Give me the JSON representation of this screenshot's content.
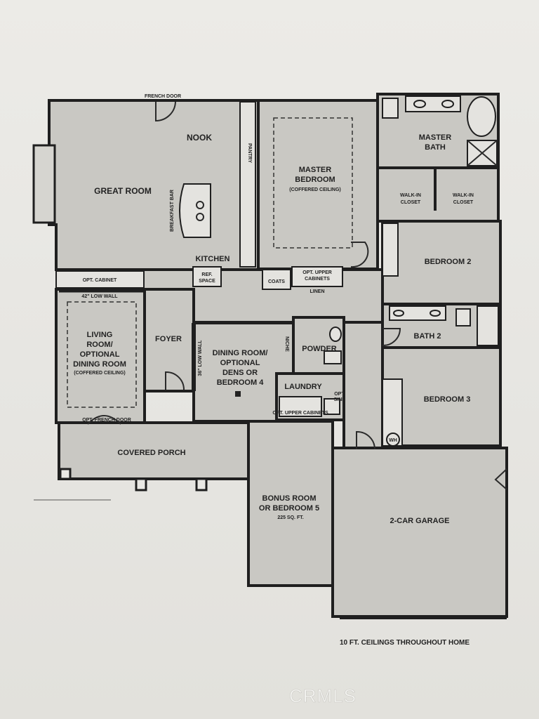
{
  "rooms": {
    "great_room": "GREAT ROOM",
    "nook": "NOOK",
    "kitchen": "KITCHEN",
    "master_bedroom": [
      "MASTER",
      "BEDROOM"
    ],
    "master_bedroom_note": "(COFFERED CEILING)",
    "master_bath": [
      "MASTER",
      "BATH"
    ],
    "walk_in_closet_1": [
      "WALK-IN",
      "CLOSET"
    ],
    "walk_in_closet_2": [
      "WALK-IN",
      "CLOSET"
    ],
    "bedroom_2": "BEDROOM 2",
    "bath_2": "BATH 2",
    "bedroom_3": "BEDROOM 3",
    "living_room": [
      "LIVING",
      "ROOM/",
      "OPTIONAL",
      "DINING ROOM"
    ],
    "living_room_note": "(COFFERED CEILING)",
    "foyer": "FOYER",
    "dining_room": [
      "DINING ROOM/",
      "OPTIONAL",
      "DENS OR",
      "BEDROOM 4"
    ],
    "powder": "POWDER",
    "laundry": "LAUNDRY",
    "covered_porch": "COVERED PORCH",
    "bonus_room": [
      "BONUS ROOM",
      "OR BEDROOM 5"
    ],
    "bonus_room_size": "225 SQ. FT.",
    "garage": "2-CAR GARAGE"
  },
  "small_labels": {
    "french_door": "FRENCH DOOR",
    "opt_cabinet": "OPT. CABINET",
    "low_wall_42": "42\" LOW WALL",
    "low_wall_36": "36\" LOW WALL",
    "opt_french_door": "OPT. FRENCH DOOR",
    "ref_space": [
      "REF.",
      "SPACE"
    ],
    "coats": "COATS",
    "opt_upper_cabinets": [
      "OPT. UPPER",
      "CABINETS"
    ],
    "linen": "LINEN",
    "pantry": "PANTRY",
    "niche": "NICHE",
    "opt_sink": [
      "OPT.",
      "SINK"
    ],
    "laundry_cabinets": "OPT. UPPER CABINETS",
    "breakfast_bar": "BREAKFAST BAR",
    "wh": "WH"
  },
  "footer_note": "10 FT. CEILINGS THROUGHOUT HOME",
  "watermark": "CRMLS"
}
